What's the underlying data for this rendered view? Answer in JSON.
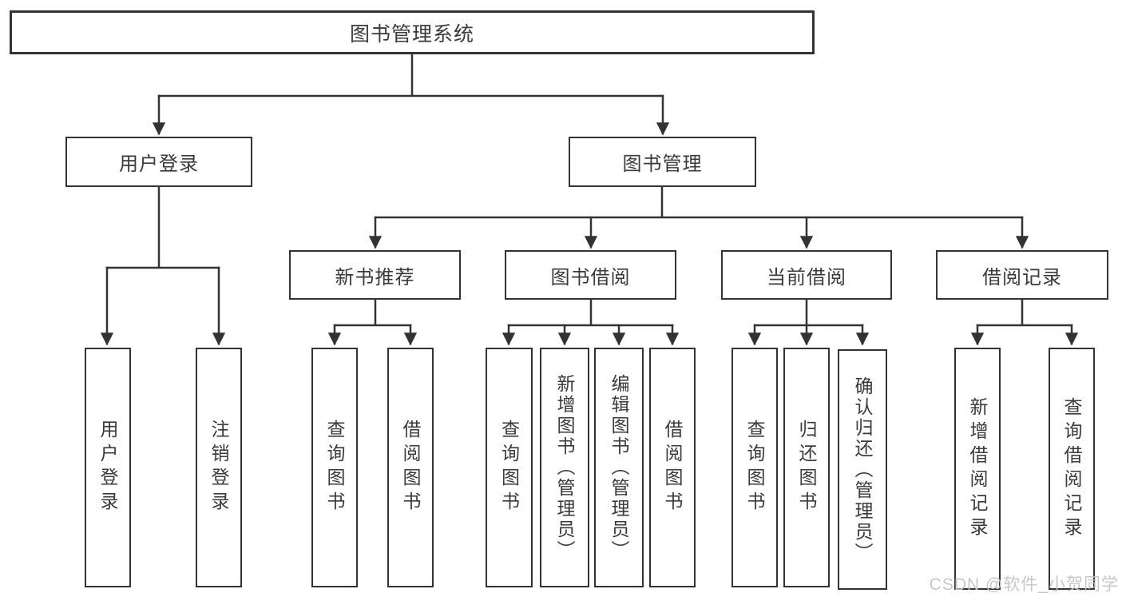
{
  "page": {
    "background": "#ffffff",
    "line_color": "#333333",
    "box_border_color": "#333333",
    "text_color": "#3a3a3a"
  },
  "diagram": {
    "root": {
      "label": "图书管理系统"
    },
    "branches": [
      {
        "label": "用户登录",
        "children": [
          {
            "label": "用户登录"
          },
          {
            "label": "注销登录"
          }
        ]
      },
      {
        "label": "图书管理",
        "children": [
          {
            "label": "新书推荐",
            "children": [
              {
                "label": "查询图书"
              },
              {
                "label": "借阅图书"
              }
            ]
          },
          {
            "label": "图书借阅",
            "children": [
              {
                "label": "查询图书"
              },
              {
                "label": "新增图书（管理员）"
              },
              {
                "label": "编辑图书（管理员）"
              },
              {
                "label": "借阅图书"
              }
            ]
          },
          {
            "label": "当前借阅",
            "children": [
              {
                "label": "查询图书"
              },
              {
                "label": "归还图书"
              },
              {
                "label": "确认归还（管理员）"
              }
            ]
          },
          {
            "label": "借阅记录",
            "children": [
              {
                "label": "新增借阅记录"
              },
              {
                "label": "查询借阅记录"
              }
            ]
          }
        ]
      }
    ]
  },
  "watermark": {
    "text": "CSDN @软件_小贺同学",
    "color": "#c5c5c5"
  }
}
